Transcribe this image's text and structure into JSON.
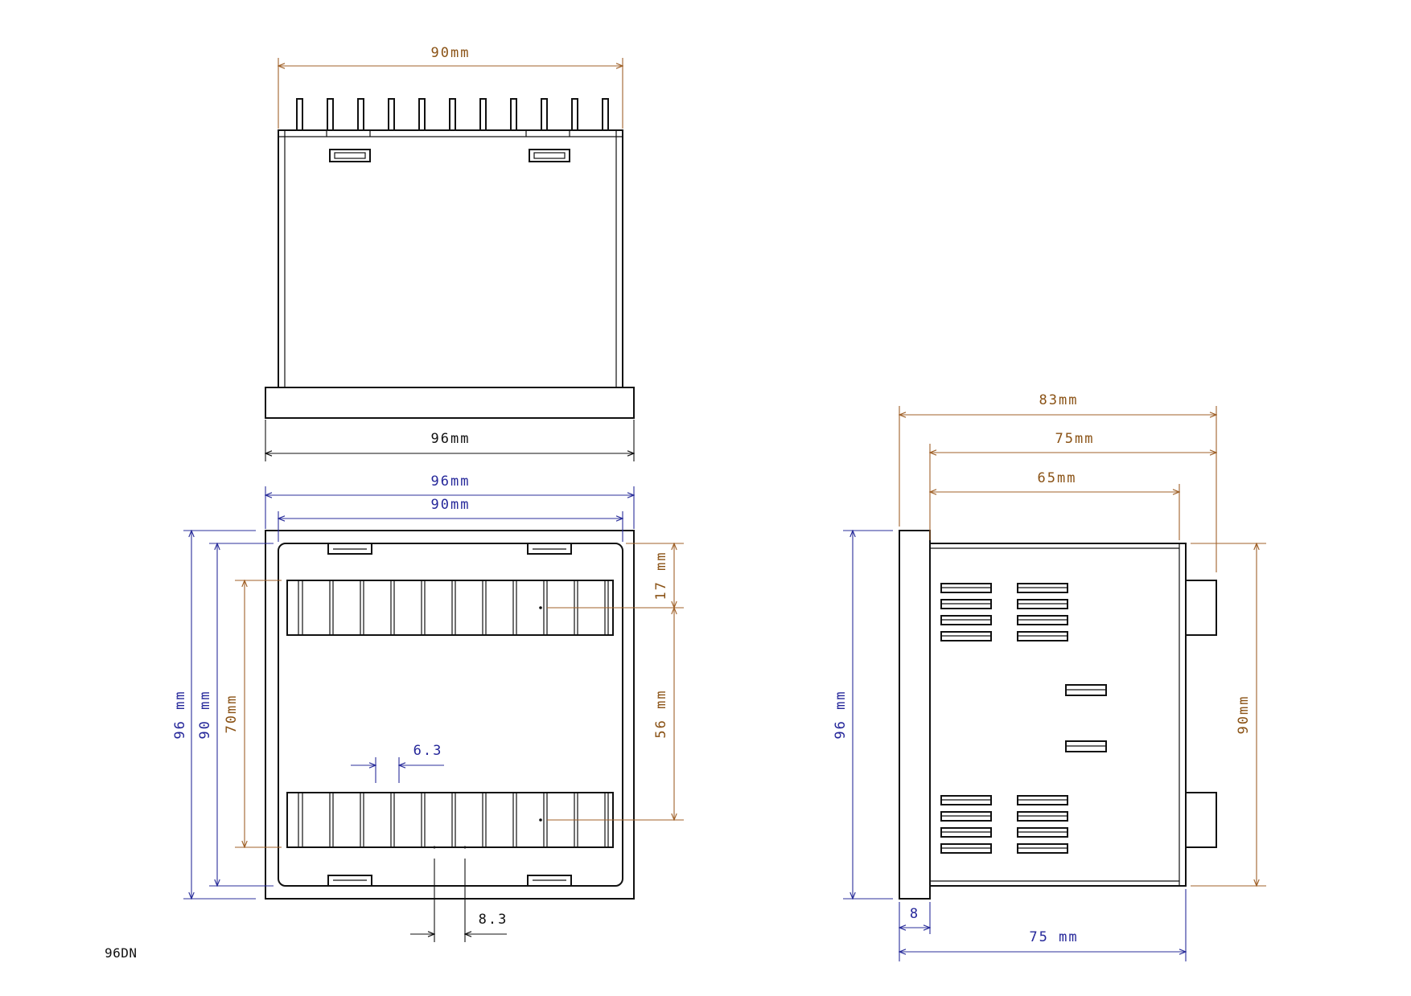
{
  "drawing": {
    "model": "96DN",
    "colors": {
      "dimension_brown": "#a0622a",
      "dimension_blue": "#2b2f9b",
      "outline": "#111111"
    },
    "top_view": {
      "pin_span": "90mm",
      "bezel_width": "96mm"
    },
    "front_view": {
      "bezel_width": "96mm",
      "inner_width": "90mm",
      "bezel_height": "96 mm",
      "inner_height": "90 mm",
      "terminal_span": "70mm",
      "offset_top": "17 mm",
      "row_spacing": "56 mm",
      "pin_width": "6.3",
      "pin_pitch": "8.3"
    },
    "side_view": {
      "overall_length": "83mm",
      "housing_length": "75mm",
      "body_length": "65mm",
      "bezel_height": "96 mm",
      "body_height": "90mm",
      "bezel_thickness": "8",
      "depth": "75 mm"
    }
  }
}
